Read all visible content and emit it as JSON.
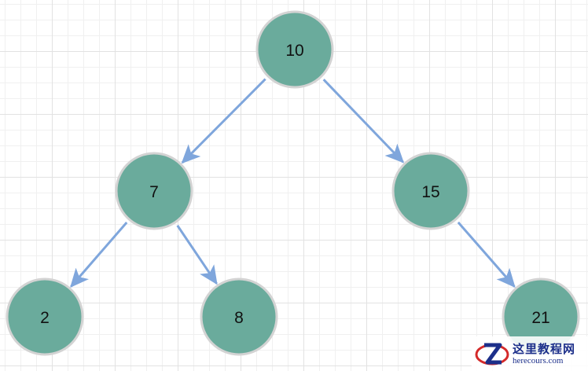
{
  "colors": {
    "node_fill": "#6aab9c",
    "node_stroke": "#d3d3d3",
    "edge": "#7fa6dc",
    "grid": "#e2e2e2",
    "watermark_text": "#1c2f8a",
    "watermark_accent": "#d42a2a"
  },
  "tree": {
    "nodes": [
      {
        "id": "n10",
        "label": "10"
      },
      {
        "id": "n7",
        "label": "7"
      },
      {
        "id": "n15",
        "label": "15"
      },
      {
        "id": "n2",
        "label": "2"
      },
      {
        "id": "n8",
        "label": "8"
      },
      {
        "id": "n21",
        "label": "21"
      }
    ],
    "edges": [
      {
        "from": "n10",
        "to": "n7"
      },
      {
        "from": "n10",
        "to": "n15"
      },
      {
        "from": "n7",
        "to": "n2"
      },
      {
        "from": "n7",
        "to": "n8"
      },
      {
        "from": "n15",
        "to": "n21"
      }
    ]
  },
  "watermark": {
    "title": "这里教程网",
    "url": "herecours.com",
    "logo_icon": "z-logo-icon"
  }
}
